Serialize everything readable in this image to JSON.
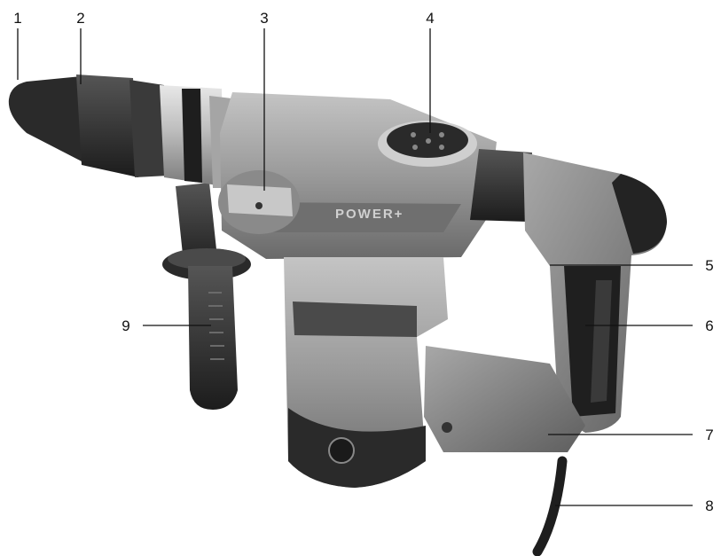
{
  "brand_text": "POWER+",
  "callouts": [
    {
      "id": "1",
      "label": "1"
    },
    {
      "id": "2",
      "label": "2"
    },
    {
      "id": "3",
      "label": "3"
    },
    {
      "id": "4",
      "label": "4"
    },
    {
      "id": "5",
      "label": "5"
    },
    {
      "id": "6",
      "label": "6"
    },
    {
      "id": "7",
      "label": "7"
    },
    {
      "id": "8",
      "label": "8"
    },
    {
      "id": "9",
      "label": "9"
    }
  ],
  "colors": {
    "body_grey": "#8a8a8a",
    "dark_rubber": "#2b2b2b",
    "metal": "#c9c9c9",
    "background": "#ffffff"
  }
}
